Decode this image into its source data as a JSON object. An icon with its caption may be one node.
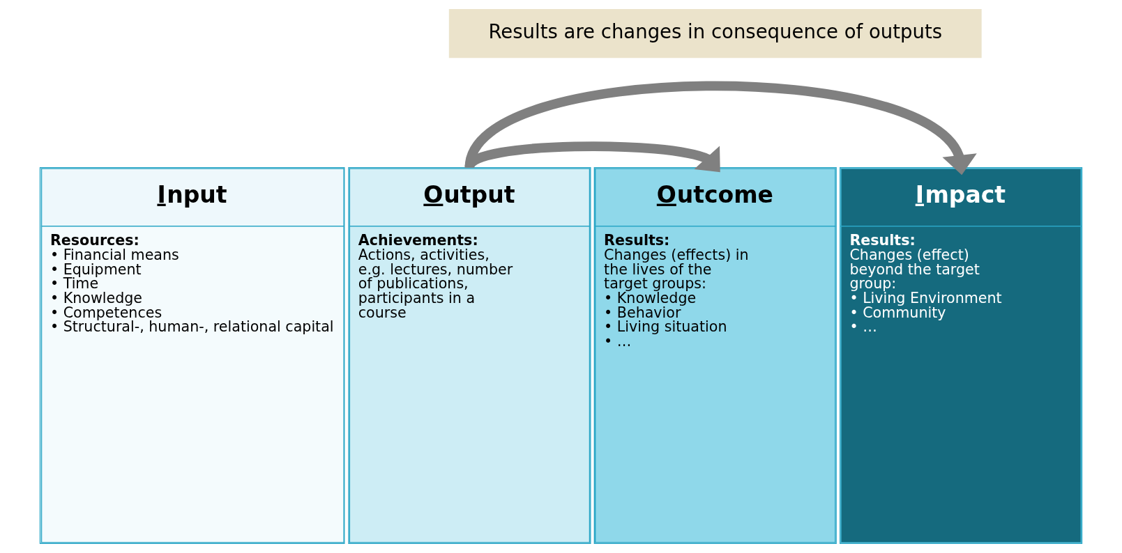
{
  "diagram": {
    "nodes": [
      {
        "text": [
          "Results are changes in consequence of outputs"
        ]
      },
      {
        "text": [
          "Input",
          "Resources:",
          "• Financial means",
          "• Equipment",
          "• Time",
          "• Knowledge",
          "• Competences",
          "• Structural-, human-, relational capital"
        ]
      },
      {
        "text": [
          "Output",
          "Achievements:",
          "Actions, activities, e.g. lectures, number of publications, participants in a course"
        ]
      },
      {
        "text": [
          "Outcome",
          "Results:",
          "Changes (effects) in the lives of the target groups:",
          "• Knowledge",
          "• Behavior",
          "• Living situation",
          "• …"
        ]
      },
      {
        "text": [
          "Impact",
          "Results:",
          "Changes (effect) beyond the target group:",
          "• Living Environment",
          "• Community",
          "• …"
        ]
      }
    ],
    "edges": [
      {
        "from": 2,
        "to": 3,
        "arrow": "to"
      },
      {
        "from": 2,
        "to": 4,
        "arrow": "to"
      }
    ]
  }
}
